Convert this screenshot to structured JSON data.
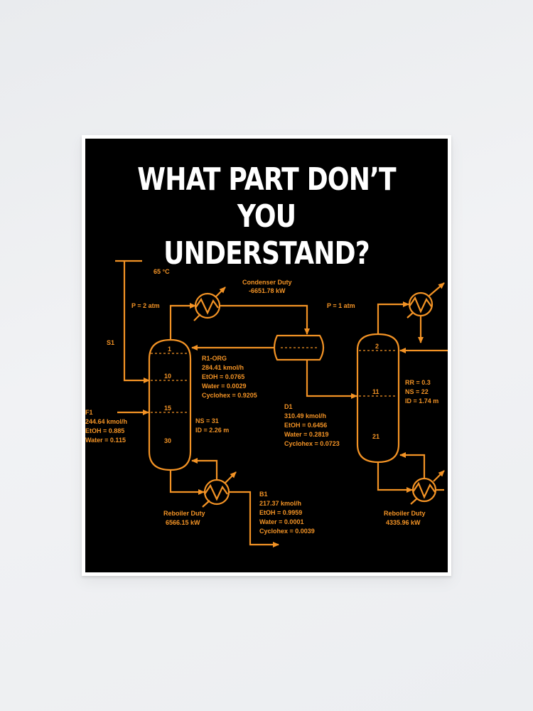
{
  "poster": {
    "headline_line1": "WHAT PART DON’T YOU",
    "headline_line2": "UNDERSTAND?",
    "colors": {
      "background": "#000000",
      "headline": "#ffffff",
      "diagram": "#f39325",
      "wall": "#eceef1"
    }
  },
  "diagram": {
    "temperature": "65 °C",
    "stream_s1": "S1",
    "column1": {
      "pressure": "P = 2 atm",
      "stages": [
        "1",
        "10",
        "15",
        "30"
      ],
      "ns": "NS = 31",
      "id": "ID = 2.26 m"
    },
    "condenser": {
      "title": "Condenser Duty",
      "value": "-6651.78 kW"
    },
    "r1_org": {
      "name": "R1-ORG",
      "flow": "284.41 kmol/h",
      "etoh": "EtOH = 0.0765",
      "water": "Water = 0.0029",
      "cyclohex": "Cyclohex = 0.9205"
    },
    "feed_f1": {
      "name": "F1",
      "flow": "244.64 kmol/h",
      "etoh": "EtOH = 0.885",
      "water": "Water = 0.115"
    },
    "distillate_d1": {
      "name": "D1",
      "flow": "310.49 kmol/h",
      "etoh": "EtOH = 0.6456",
      "water": "Water = 0.2819",
      "cyclohex": "Cyclohex = 0.0723"
    },
    "reboiler1": {
      "title": "Reboiler Duty",
      "value": "6566.15 kW"
    },
    "bottoms_b1": {
      "name": "B1",
      "flow": "217.37 kmol/h",
      "etoh": "EtOH = 0.9959",
      "water": "Water = 0.0001",
      "cyclohex": "Cyclohex = 0.0039"
    },
    "column2": {
      "pressure": "P = 1 atm",
      "stages": [
        "2",
        "11",
        "21"
      ],
      "rr": "RR = 0.3",
      "ns": "NS = 22",
      "id": "ID = 1.74 m"
    },
    "reboiler2": {
      "title": "Reboiler Duty",
      "value": "4335.96 kW"
    }
  }
}
